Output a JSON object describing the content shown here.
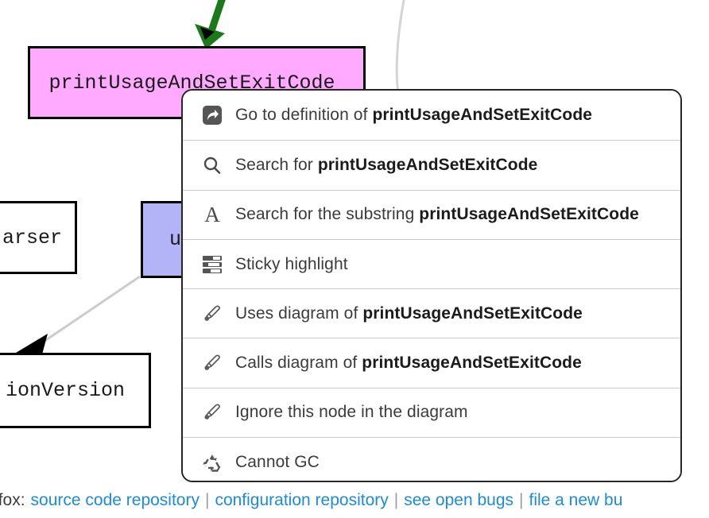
{
  "diagram": {
    "nodes": [
      {
        "id": "print-usage",
        "label": "printUsageAndSetExitCode",
        "color": "#ffaaff",
        "shape": "rect"
      },
      {
        "id": "parser",
        "label": "arser",
        "color": "#ffffff",
        "shape": "rect"
      },
      {
        "id": "uses",
        "label": "us",
        "color": "#b3b3f7",
        "shape": "rect"
      },
      {
        "id": "version",
        "label": "ionVersion",
        "color": "#ffffff",
        "shape": "rect"
      }
    ],
    "edges": [
      {
        "id": "incoming-green-arrow",
        "color": "#1a7a1a",
        "style": "thick-arrow"
      },
      {
        "id": "right-curve",
        "color": "#d0d0d0",
        "style": "thin-curve"
      },
      {
        "id": "uses-to-version",
        "color": "#cccccc",
        "style": "thin-arrow"
      }
    ]
  },
  "context_menu": {
    "target_symbol": "printUsageAndSetExitCode",
    "items": [
      {
        "icon": "go-to-definition-icon",
        "prefix": "Go to definition of ",
        "ident": "printUsageAndSetExitCode"
      },
      {
        "icon": "search-icon",
        "prefix": "Search for ",
        "ident": "printUsageAndSetExitCode"
      },
      {
        "icon": "letter-a-icon",
        "prefix": "Search for the substring ",
        "ident": "printUsageAndSetExitCode"
      },
      {
        "icon": "sticky-highlight-icon",
        "prefix": "Sticky highlight",
        "ident": ""
      },
      {
        "icon": "pen-icon",
        "prefix": "Uses diagram of ",
        "ident": "printUsageAndSetExitCode"
      },
      {
        "icon": "pen-icon",
        "prefix": "Calls diagram of ",
        "ident": "printUsageAndSetExitCode"
      },
      {
        "icon": "pen-icon",
        "prefix": "Ignore this node in the diagram",
        "ident": ""
      },
      {
        "icon": "recycle-icon",
        "prefix": "Cannot GC",
        "ident": ""
      }
    ]
  },
  "footer": {
    "prefix": "nfox:",
    "links": [
      "source code repository",
      "configuration repository",
      "see open bugs",
      "file a new bu"
    ],
    "separator": "|",
    "link_color": "#1a8cdb"
  }
}
